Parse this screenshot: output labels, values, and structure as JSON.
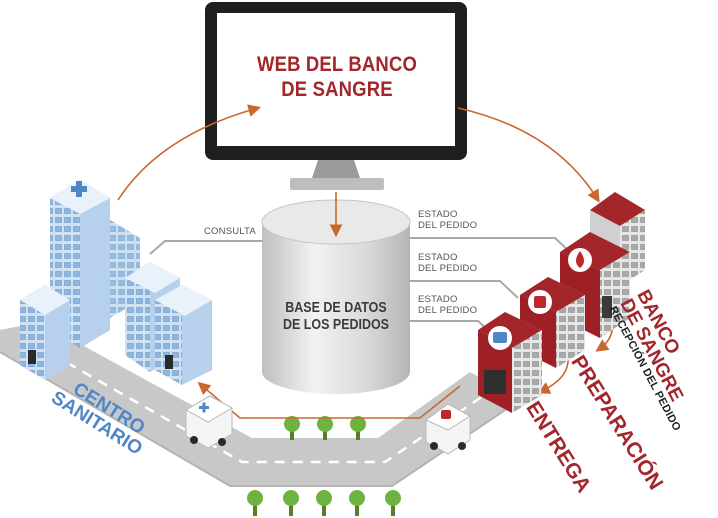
{
  "monitor": {
    "line1": "WEB DEL BANCO",
    "line2": "DE SANGRE"
  },
  "database": {
    "line1": "BASE DE DATOS",
    "line2": "DE LOS PEDIDOS"
  },
  "labels": {
    "consulta": "CONSULTA",
    "estado1_a": "ESTADO",
    "estado1_b": "DEL PEDIDO",
    "estado2_a": "ESTADO",
    "estado2_b": "DEL PEDIDO",
    "estado3_a": "ESTADO",
    "estado3_b": "DEL PEDIDO"
  },
  "centro": {
    "line1": "CENTRO",
    "line2": "SANITARIO"
  },
  "banco": {
    "line1": "BANCO",
    "line2": "DE SANGRE",
    "recepcion": "RECEPCIÓN DEL PEDIDO"
  },
  "steps": {
    "preparacion": "PREPARACIÓN",
    "entrega": "ENTREGA"
  },
  "colors": {
    "brand_red": "#a3262b",
    "brand_blue": "#5b93cf",
    "arrow_orange": "#c9682e",
    "road_gray": "#c9c9c9",
    "tree_green": "#6db33f"
  }
}
